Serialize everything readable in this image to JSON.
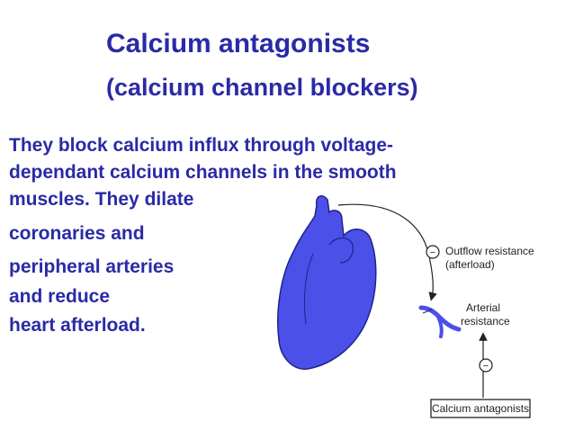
{
  "slide": {
    "title": "Calcium antagonists",
    "subtitle": "(calcium channel blockers)",
    "body_lines": [
      "They block calcium influx through voltage-",
      "dependant calcium channels in the smooth",
      "muscles. They dilate",
      "coronaries and",
      "peripheral arteries",
      "and reduce",
      "heart  afterload."
    ]
  },
  "diagram": {
    "outflow_label_1": "Outflow resistance",
    "outflow_label_2": "(afterload)",
    "arterial_label_1": "Arterial",
    "arterial_label_2": "resistance",
    "box_label": "Calcium antagonists",
    "minus_sign": "−",
    "colors": {
      "heart": "#4b50e8",
      "text": "#2a2aa6",
      "arrow": "#222222"
    }
  }
}
